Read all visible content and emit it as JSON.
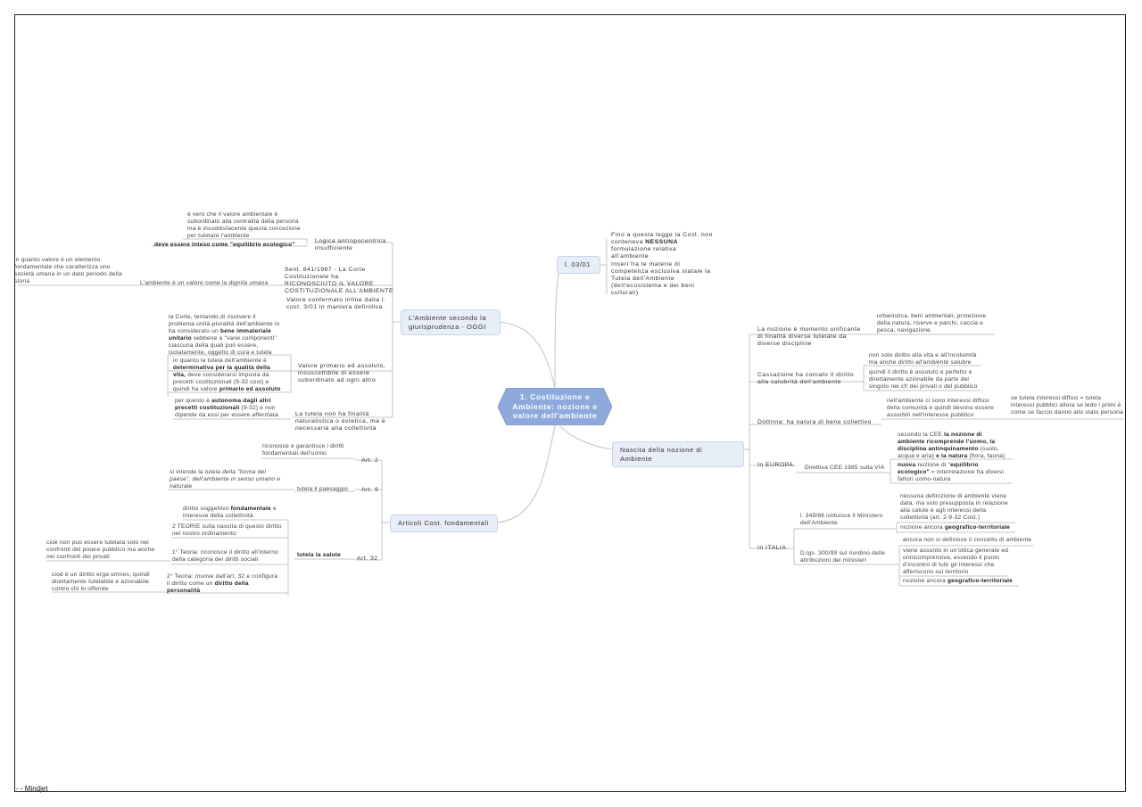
{
  "central": {
    "title": "1. Costituzione e\nAmbiente: nozione e\nvalore dell'ambiente"
  },
  "branches": {
    "b1": "L'Ambiente secondo la\ngiurisprudenza - OGGI",
    "b2": "Articoli Cost. fondamentali",
    "b3": "l. 03/01",
    "b4": "Nascita della nozione di Ambiente"
  },
  "left": {
    "logica": "Logica antropocentrica\ninsufficiente",
    "e_vero": "è vero che il valore ambientale è\nsubordinato alla centralità della persona\nma è insoddisfacente questa concezione\nper tutelare l'ambiente",
    "equilibrio": "deve essere inteso come \"equilibrio ecologico\"",
    "sent_a": "Sent. 641/1987 - La Corte\nCostituzionale ha",
    "sent_b": "RICONOSCIUTO IL VALORE\nCOSTITUZIONALE ALL'AMBIENTE",
    "dignita": "L'ambiente è un valore come la dignità umana",
    "in_quanto_valore": "in quanto valore è un elemento\nfondamentale che caratterizza uno\nsocietà umana in un dato periodo della\nstoria",
    "confermato": "Valore confermato infine dalla l.\ncost. 3/01 in maniera definitiva",
    "corte_a": "la Corte, tentando di risolvere il\nproblema unità-pluralità dell'ambiente lo\nha considerato un ",
    "corte_b": "bene immateriale\nunitario",
    "corte_c": " sebbene a \"varie componenti\"\nciascuna della quali può essere,\nisolatamente, oggetto di cura e tutela",
    "tutela_a": "in quanto la tutela dell'ambiente è\n",
    "tutela_b": "determinativa per la qualità della\nvita,",
    "tutela_c": " deve considerarsi imposta da\nprecetti costituzionali (9-32 cost) e\nquindi ha valore ",
    "tutela_d": "primario ed assoluto",
    "primario": "Valore primario ed assoluto,\ninsuscettibile di essere\nsubordinato ad ogni altro",
    "per_questo_a": "per questo è ",
    "per_questo_b": "autonoma dagli altri\nprecetti costituzionali",
    "per_questo_c": " (9-32) e non\ndipende da essi per essere affermata",
    "finalita_a": "La tutela non ha finalità\nnaturalistica o estetica, ma è\n",
    "finalita_b": "necessaria",
    "finalita_c": " alla collettività",
    "art2": "Art. 2",
    "riconosce": "riconosce e garantisce i diritti\nfondamentali dell'uomo",
    "art9": "Art. 9",
    "paesaggio": "tutela il paesaggio",
    "si_intende_a": "si intende la ",
    "si_intende_b": "tutela della \"forma del\npaese\", dell'ambiente in senso umano e\nnaturale",
    "art32": "Art. 32",
    "tutela_salute": "tutela la salute",
    "diritto_sogg_a": "diritto soggettivo ",
    "diritto_sogg_b": "fondamentale",
    "diritto_sogg_c": " e\ninteresse della collettività",
    "due_teorie": "2 TEORIE sulla nascita di questo diritto\nnel nostro ordinamento",
    "teoria1": "1° Teoria: riconosce il diritto all'interno\ndella categoria dei diritti sociali",
    "cioe1": "cioè non può essere tutelata solo nei\nconfronti del potere pubblico ma anche\nnei confronti dei privati",
    "teoria2_a": "2° Teoria: muove dall'art. 32 e configura\nil diritto come un ",
    "teoria2_b": "diritto della\npersonalità",
    "cioe2": "cioè è un diritto erga omnes, quindi\ndirettamente tutelabile e azionabile\ncontro chi lo offende"
  },
  "right": {
    "fino_a": "Fino a questa legge la Cost. non\nconteneva ",
    "fino_b": "NESSUNA",
    "fino_c": "\nformulazione relativa\nall'ambiente.",
    "inseri": "Inseri fra le materie di\ncompetenza esclusiva statale la\nTutela dell'Ambiente\n(dell'ecosistema e dei beni\nculturali)",
    "nozione": "La nozione è momento unificante\ndi finalità diverse tutelate da\ndiverse discipline",
    "urbanistica": "urbanistica, beni ambientali, protezione\ndella natura, riserve e parchi, caccia e\npesca, navigazione",
    "cassazione": "Cassazione ha coniato il diritto\nalla salubrità dell'ambiente",
    "non_solo_a": "non solo diritto alla vita e all'incolumità\nma anche ",
    "non_solo_b": "diritto all'ambiente salubre",
    "quindi": "quindi il diritto è assoluto e perfetto e\ndirettamente azionabile da parte del\nsingolo nei cfr dei privati o del pubblico",
    "dottrina": "Dottrina: ha natura di bene collettivo",
    "interessi": "nell'ambiente ci sono interessi diffusi\ndella comunità e quindi devono essere\nassorbiti nell'interesse pubblico",
    "se_tutela": "se tutela interessi diffusi = tutela\ninteressi pubblici allora se ledo i primi è\ncome se faccio danno allo stato persona",
    "europa": "In EUROPA",
    "direttiva": "Direttiva CEE 1985 sulla VIA",
    "cee_a": "secondo la CEE ",
    "cee_b": "la nozione di\nambiente ricomprende l'uomo, la\ndisciplina antinquinamento",
    "cee_c": " (suolo,\nacqua e aria) ",
    "cee_d": "e la natura",
    "cee_e": " (flora, fauna)",
    "nuova_a": "nuova",
    "nuova_b": " nozione di \"",
    "nuova_c": "equilibrio\necologico\"",
    "nuova_d": " = interrelazione fra diversi\nfattori uomo-natura",
    "italia": "In ITALIA",
    "l349": "l. 349/86 istituisce il Ministero\ndell'Ambiente",
    "nessuna": "nessuna definizione di ambiente viene\ndata, ma solo presupposta in relazione\nalla salute e agli interessi della\ncollettività (art. 2-9-32 Cost.)",
    "ancora1_a": "nozione ancora ",
    "ancora1_b": "geografico-territoriale",
    "dlgs": "D.lgs. 300/99 sul riordino delle\nattribuzioni dei ministeri",
    "ancora_non": "ancora non si definisce il concetto di ambiente",
    "viene": "viene assunto in un'ottica generale ed\nonnicomprensiva, essendo il punto\nd'incontro di tutti gli interessi che\nafferiscono sul territorio",
    "ancora2_a": "nozione ancora ",
    "ancora2_b": "geografico-territoriale"
  },
  "footer": "-  - Mindjet",
  "colors": {
    "central_fill": "#8eaadc",
    "branch_fill": "#e8eef8",
    "link": "#c4c4c4"
  }
}
